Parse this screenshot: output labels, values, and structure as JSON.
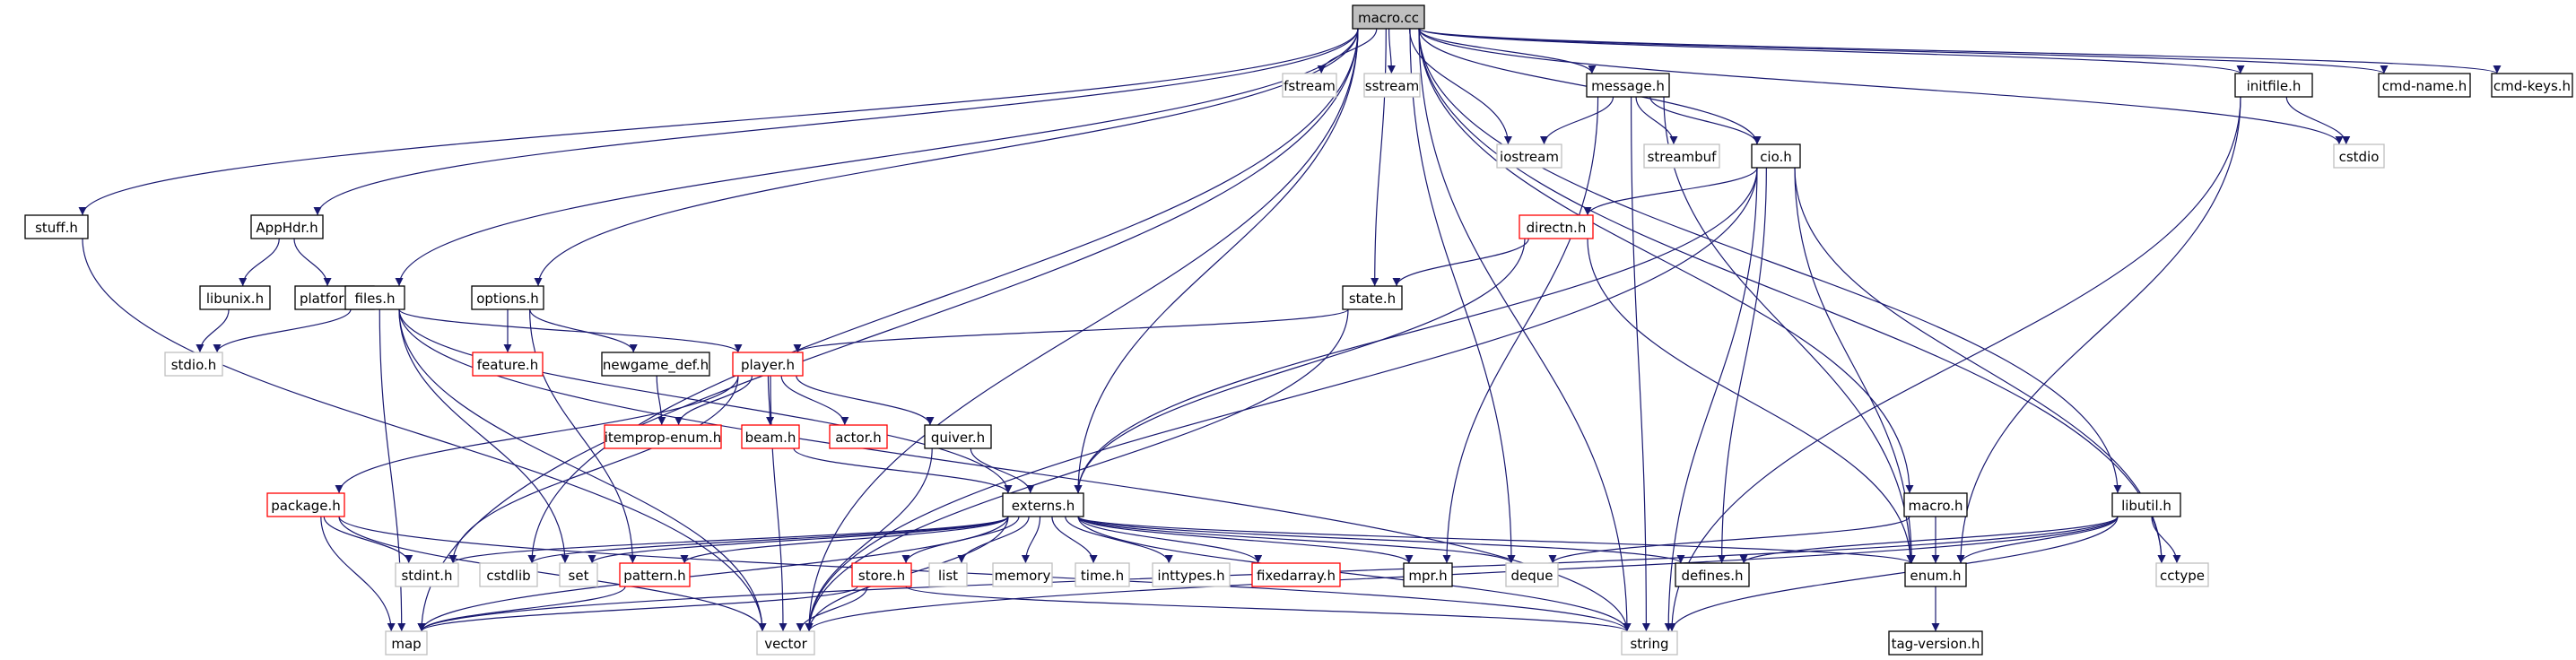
{
  "colors": {
    "edge": "#191970",
    "node_border": "#000000",
    "node_border_red": "#ff0000",
    "node_border_gray": "#bfbfbf",
    "root_fill": "#bfbfbf",
    "text": "#000000",
    "text_gray": "#000000"
  },
  "nodes": [
    {
      "id": "macro_cc",
      "label": "macro.cc",
      "kind": "root"
    },
    {
      "id": "fstream",
      "label": "fstream",
      "kind": "gray"
    },
    {
      "id": "sstream",
      "label": "sstream",
      "kind": "gray"
    },
    {
      "id": "message_h",
      "label": "message.h",
      "kind": "black"
    },
    {
      "id": "initfile_h",
      "label": "initfile.h",
      "kind": "black"
    },
    {
      "id": "cmd_name_h",
      "label": "cmd-name.h",
      "kind": "black"
    },
    {
      "id": "cmd_keys_h",
      "label": "cmd-keys.h",
      "kind": "black"
    },
    {
      "id": "iostream",
      "label": "iostream",
      "kind": "gray"
    },
    {
      "id": "streambuf",
      "label": "streambuf",
      "kind": "gray"
    },
    {
      "id": "cio_h",
      "label": "cio.h",
      "kind": "black"
    },
    {
      "id": "cstdio",
      "label": "cstdio",
      "kind": "gray"
    },
    {
      "id": "stuff_h",
      "label": "stuff.h",
      "kind": "black"
    },
    {
      "id": "apphdr_h",
      "label": "AppHdr.h",
      "kind": "black"
    },
    {
      "id": "directn_h",
      "label": "directn.h",
      "kind": "red"
    },
    {
      "id": "libunix_h",
      "label": "libunix.h",
      "kind": "black"
    },
    {
      "id": "platform_h",
      "label": "platform.h",
      "kind": "black"
    },
    {
      "id": "files_h",
      "label": "files.h",
      "kind": "black"
    },
    {
      "id": "options_h",
      "label": "options.h",
      "kind": "black"
    },
    {
      "id": "state_h",
      "label": "state.h",
      "kind": "black"
    },
    {
      "id": "stdio_h",
      "label": "stdio.h",
      "kind": "gray"
    },
    {
      "id": "feature_h",
      "label": "feature.h",
      "kind": "red"
    },
    {
      "id": "newgame_def_h",
      "label": "newgame_def.h",
      "kind": "black"
    },
    {
      "id": "player_h",
      "label": "player.h",
      "kind": "red"
    },
    {
      "id": "itemprop_enum_h",
      "label": "itemprop-enum.h",
      "kind": "red"
    },
    {
      "id": "beam_h",
      "label": "beam.h",
      "kind": "red"
    },
    {
      "id": "actor_h",
      "label": "actor.h",
      "kind": "red"
    },
    {
      "id": "quiver_h",
      "label": "quiver.h",
      "kind": "black"
    },
    {
      "id": "package_h",
      "label": "package.h",
      "kind": "red"
    },
    {
      "id": "externs_h",
      "label": "externs.h",
      "kind": "black"
    },
    {
      "id": "macro_h",
      "label": "macro.h",
      "kind": "black"
    },
    {
      "id": "libutil_h",
      "label": "libutil.h",
      "kind": "black"
    },
    {
      "id": "stdint_h",
      "label": "stdint.h",
      "kind": "gray"
    },
    {
      "id": "cstdlib",
      "label": "cstdlib",
      "kind": "gray"
    },
    {
      "id": "set",
      "label": "set",
      "kind": "gray"
    },
    {
      "id": "pattern_h",
      "label": "pattern.h",
      "kind": "red"
    },
    {
      "id": "store_h",
      "label": "store.h",
      "kind": "red"
    },
    {
      "id": "list",
      "label": "list",
      "kind": "gray"
    },
    {
      "id": "memory",
      "label": "memory",
      "kind": "gray"
    },
    {
      "id": "time_h",
      "label": "time.h",
      "kind": "gray"
    },
    {
      "id": "inttypes_h",
      "label": "inttypes.h",
      "kind": "gray"
    },
    {
      "id": "fixedarray_h",
      "label": "fixedarray.h",
      "kind": "red"
    },
    {
      "id": "mpr_h",
      "label": "mpr.h",
      "kind": "black"
    },
    {
      "id": "deque",
      "label": "deque",
      "kind": "gray"
    },
    {
      "id": "defines_h",
      "label": "defines.h",
      "kind": "black"
    },
    {
      "id": "enum_h",
      "label": "enum.h",
      "kind": "black"
    },
    {
      "id": "cctype",
      "label": "cctype",
      "kind": "gray"
    },
    {
      "id": "map",
      "label": "map",
      "kind": "gray"
    },
    {
      "id": "vector",
      "label": "vector",
      "kind": "gray"
    },
    {
      "id": "string",
      "label": "string",
      "kind": "gray"
    },
    {
      "id": "tag_version_h",
      "label": "tag-version.h",
      "kind": "black"
    }
  ],
  "edges": [
    [
      "macro_cc",
      "fstream"
    ],
    [
      "macro_cc",
      "sstream"
    ],
    [
      "macro_cc",
      "message_h"
    ],
    [
      "macro_cc",
      "initfile_h"
    ],
    [
      "macro_cc",
      "cmd_name_h"
    ],
    [
      "macro_cc",
      "cmd_keys_h"
    ],
    [
      "macro_cc",
      "iostream"
    ],
    [
      "macro_cc",
      "cio_h"
    ],
    [
      "macro_cc",
      "cstdio"
    ],
    [
      "macro_cc",
      "stuff_h"
    ],
    [
      "macro_cc",
      "apphdr_h"
    ],
    [
      "macro_cc",
      "files_h"
    ],
    [
      "macro_cc",
      "options_h"
    ],
    [
      "macro_cc",
      "state_h"
    ],
    [
      "macro_cc",
      "externs_h"
    ],
    [
      "macro_cc",
      "macro_h"
    ],
    [
      "macro_cc",
      "libutil_h"
    ],
    [
      "macro_cc",
      "cstdlib"
    ],
    [
      "macro_cc",
      "deque"
    ],
    [
      "macro_cc",
      "cctype"
    ],
    [
      "macro_cc",
      "map"
    ],
    [
      "macro_cc",
      "vector"
    ],
    [
      "macro_cc",
      "string"
    ],
    [
      "message_h",
      "iostream"
    ],
    [
      "message_h",
      "streambuf"
    ],
    [
      "message_h",
      "cio_h"
    ],
    [
      "message_h",
      "enum_h"
    ],
    [
      "message_h",
      "mpr_h"
    ],
    [
      "message_h",
      "string"
    ],
    [
      "initfile_h",
      "cstdio"
    ],
    [
      "initfile_h",
      "enum_h"
    ],
    [
      "initfile_h",
      "string"
    ],
    [
      "cio_h",
      "directn_h"
    ],
    [
      "cio_h",
      "externs_h"
    ],
    [
      "cio_h",
      "defines_h"
    ],
    [
      "cio_h",
      "enum_h"
    ],
    [
      "cio_h",
      "cctype"
    ],
    [
      "cio_h",
      "vector"
    ],
    [
      "cio_h",
      "string"
    ],
    [
      "stuff_h",
      "vector"
    ],
    [
      "apphdr_h",
      "libunix_h"
    ],
    [
      "apphdr_h",
      "platform_h"
    ],
    [
      "libunix_h",
      "stdio_h"
    ],
    [
      "directn_h",
      "state_h"
    ],
    [
      "directn_h",
      "externs_h"
    ],
    [
      "directn_h",
      "enum_h"
    ],
    [
      "files_h",
      "stdio_h"
    ],
    [
      "files_h",
      "player_h"
    ],
    [
      "files_h",
      "externs_h"
    ],
    [
      "files_h",
      "set"
    ],
    [
      "files_h",
      "map"
    ],
    [
      "files_h",
      "vector"
    ],
    [
      "files_h",
      "string"
    ],
    [
      "options_h",
      "feature_h"
    ],
    [
      "options_h",
      "newgame_def_h"
    ],
    [
      "options_h",
      "pattern_h"
    ],
    [
      "state_h",
      "player_h"
    ],
    [
      "state_h",
      "vector"
    ],
    [
      "newgame_def_h",
      "itemprop_enum_h"
    ],
    [
      "player_h",
      "itemprop_enum_h"
    ],
    [
      "player_h",
      "beam_h"
    ],
    [
      "player_h",
      "actor_h"
    ],
    [
      "player_h",
      "quiver_h"
    ],
    [
      "player_h",
      "package_h"
    ],
    [
      "player_h",
      "stdint_h"
    ],
    [
      "player_h",
      "vector"
    ],
    [
      "beam_h",
      "externs_h"
    ],
    [
      "quiver_h",
      "externs_h"
    ],
    [
      "quiver_h",
      "vector"
    ],
    [
      "package_h",
      "stdint_h"
    ],
    [
      "package_h",
      "map"
    ],
    [
      "package_h",
      "vector"
    ],
    [
      "package_h",
      "string"
    ],
    [
      "externs_h",
      "stdint_h"
    ],
    [
      "externs_h",
      "cstdlib"
    ],
    [
      "externs_h",
      "set"
    ],
    [
      "externs_h",
      "pattern_h"
    ],
    [
      "externs_h",
      "store_h"
    ],
    [
      "externs_h",
      "list"
    ],
    [
      "externs_h",
      "memory"
    ],
    [
      "externs_h",
      "time_h"
    ],
    [
      "externs_h",
      "inttypes_h"
    ],
    [
      "externs_h",
      "fixedarray_h"
    ],
    [
      "externs_h",
      "mpr_h"
    ],
    [
      "externs_h",
      "deque"
    ],
    [
      "externs_h",
      "defines_h"
    ],
    [
      "externs_h",
      "enum_h"
    ],
    [
      "externs_h",
      "map"
    ],
    [
      "externs_h",
      "vector"
    ],
    [
      "externs_h",
      "string"
    ],
    [
      "pattern_h",
      "map"
    ],
    [
      "store_h",
      "map"
    ],
    [
      "store_h",
      "vector"
    ],
    [
      "store_h",
      "string"
    ],
    [
      "macro_h",
      "deque"
    ],
    [
      "macro_h",
      "enum_h"
    ],
    [
      "libutil_h",
      "defines_h"
    ],
    [
      "libutil_h",
      "enum_h"
    ],
    [
      "libutil_h",
      "cctype"
    ],
    [
      "libutil_h",
      "map"
    ],
    [
      "libutil_h",
      "vector"
    ],
    [
      "libutil_h",
      "string"
    ],
    [
      "enum_h",
      "tag_version_h"
    ]
  ]
}
